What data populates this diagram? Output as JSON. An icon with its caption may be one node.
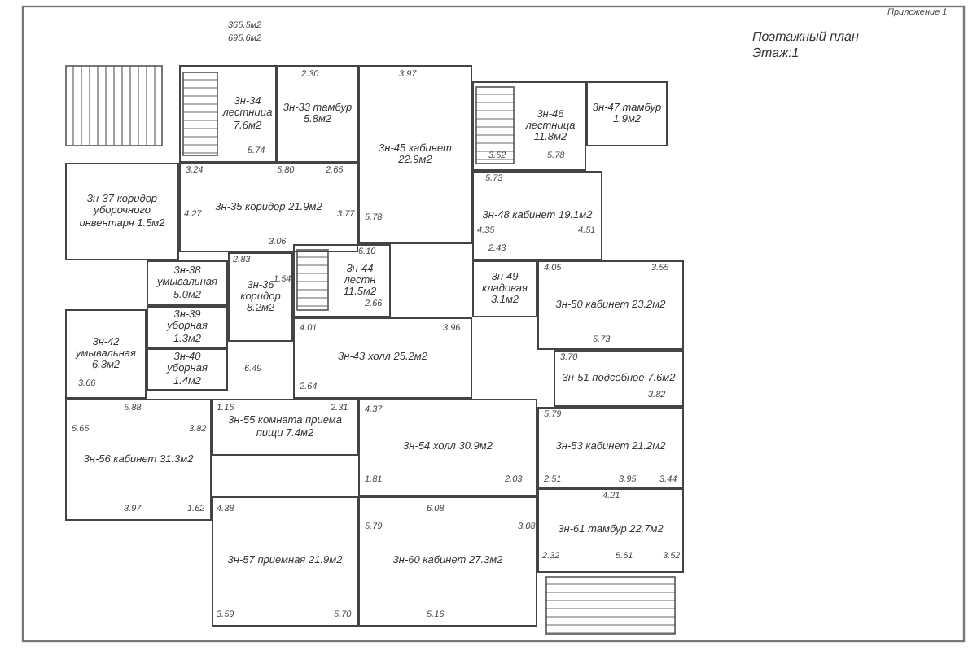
{
  "diagram": {
    "title": "Поэтажный план Этаж:1",
    "nodes": [
      {
        "text": [
          "3н-34 лестница 7.6м2"
        ]
      },
      {
        "text": [
          "3н-33 тамбур 5.8м2"
        ]
      },
      {
        "text": [
          "3н-45 кабинет 22.9м2"
        ]
      },
      {
        "text": [
          "3н-46 лестница 11.8м2"
        ]
      },
      {
        "text": [
          "3н-47 тамбур 1.9м2"
        ]
      },
      {
        "text": [
          "3н-37 коридор уборочного инвентаря 1.5м2"
        ]
      },
      {
        "text": [
          "3н-35 коридор 21.9м2"
        ]
      },
      {
        "text": [
          "3н-48 кабинет 19.1м2"
        ]
      },
      {
        "text": [
          "3н-38 умывальная 5.0м2"
        ]
      },
      {
        "text": [
          "3н-36 коридор 8.2м2"
        ]
      },
      {
        "text": [
          "3н-44 лестн 11.5м2"
        ]
      },
      {
        "text": [
          "3н-49 кладовая 3.1м2"
        ]
      },
      {
        "text": [
          "3н-50 кабинет 23.2м2"
        ]
      },
      {
        "text": [
          "3н-39 уборная 1.3м2"
        ]
      },
      {
        "text": [
          "3н-42 умывальная 6.3м2"
        ]
      },
      {
        "text": [
          "3н-40 уборная 1.4м2"
        ]
      },
      {
        "text": [
          "3н-43 холл 25.2м2"
        ]
      },
      {
        "text": [
          "3н-51 подсобное 7.6м2"
        ]
      },
      {
        "text": [
          "3н-56 кабинет 31.3м2"
        ]
      },
      {
        "text": [
          "3н-55 комната приема пищи 7.4м2"
        ]
      },
      {
        "text": [
          "3н-54 холл 30.9м2"
        ]
      },
      {
        "text": [
          "3н-53 кабинет 21.2м2"
        ]
      },
      {
        "text": [
          "3н-57 приемная 21.9м2"
        ]
      },
      {
        "text": [
          "3н-60 кабинет 27.3м2"
        ]
      },
      {
        "text": [
          "3н-61 тамбур 22.7м2"
        ]
      }
    ],
    "labels": [
      "Приложение 1",
      "365.5м2",
      "695.6м2",
      "2.30",
      "3.97",
      "5.74",
      "3.52",
      "5.78",
      "3.24",
      "5.80",
      "2.65",
      "5.73",
      "4.27",
      "3.77",
      "5.78",
      "4.35",
      "4.51",
      "3.06",
      "6.10",
      "2.43",
      "2.83",
      "4.05",
      "3.55",
      "1.54",
      "2.66",
      "4.01",
      "3.96",
      "5.73",
      "3.70",
      "6.49",
      "3.66",
      "2.64",
      "3.82",
      "5.88",
      "1.16",
      "2.31",
      "4.37",
      "5.79",
      "5.65",
      "3.82",
      "1.81",
      "2.03",
      "2.51",
      "3.95",
      "3.44",
      "4.21",
      "3.97",
      "1.62",
      "4.38",
      "6.08",
      "5.79",
      "3.08",
      "2.32",
      "5.61",
      "3.52",
      "3.59",
      "5.70",
      "5.16"
    ]
  }
}
